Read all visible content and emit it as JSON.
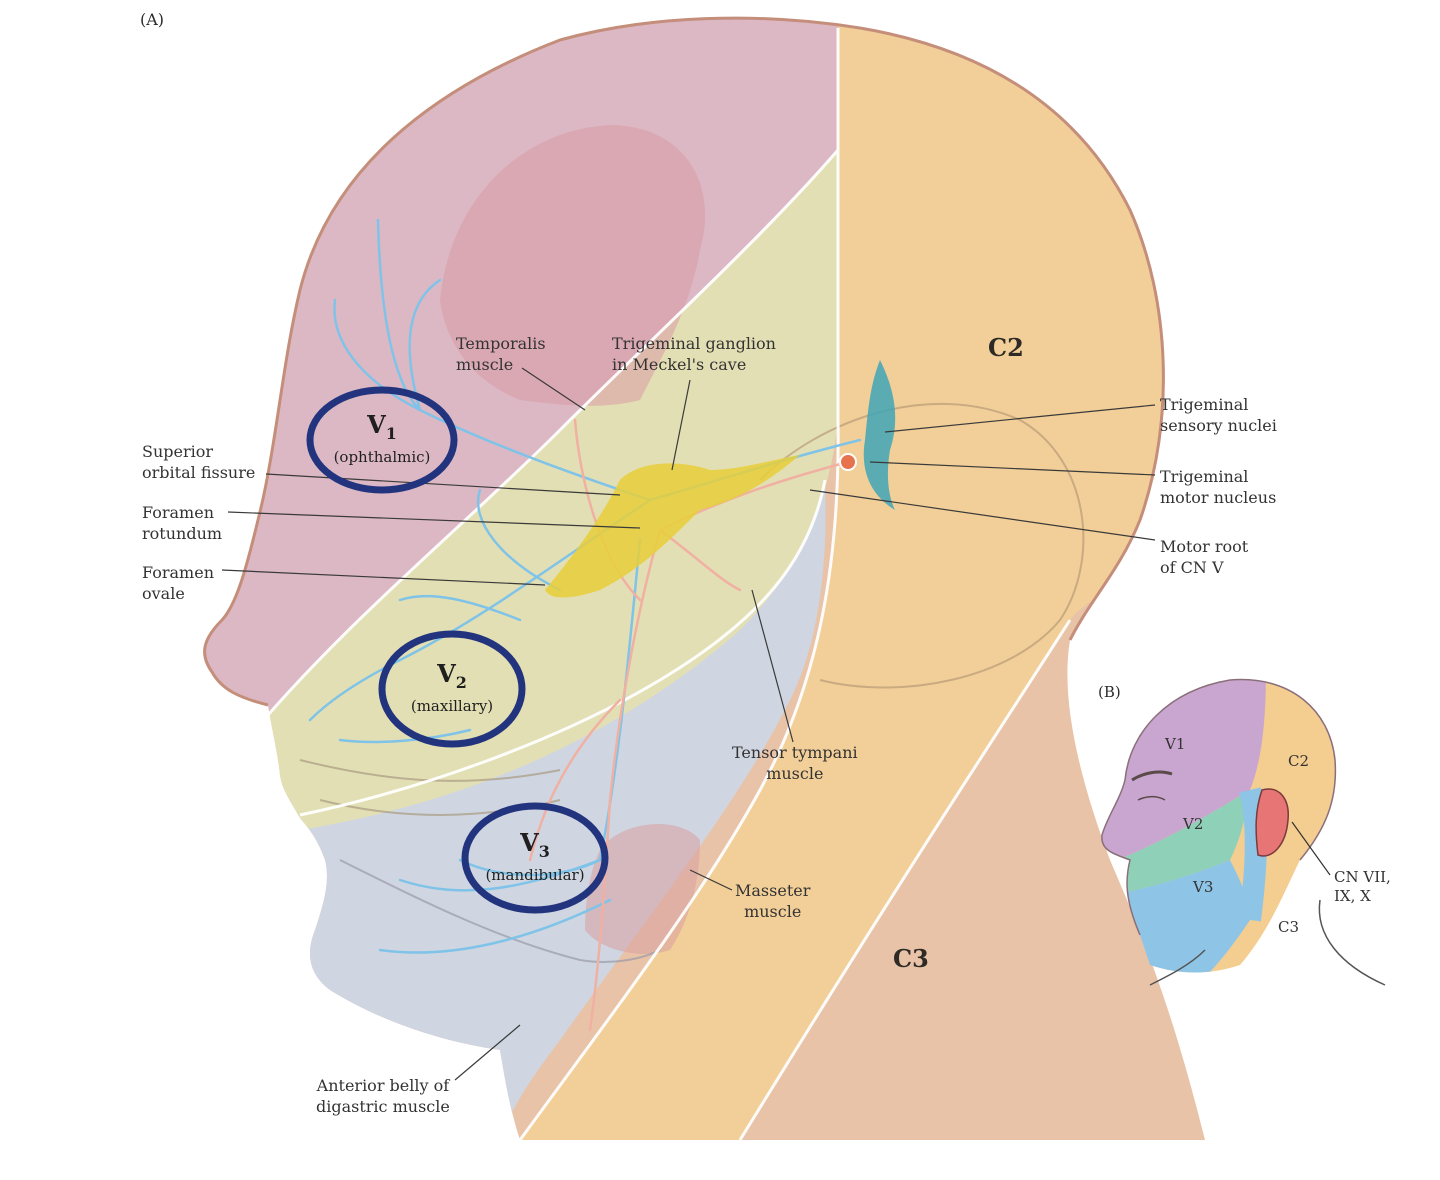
{
  "panel_a_label": "(A)",
  "panel_b_label": "(B)",
  "divisions": [
    {
      "letter": "V",
      "index": "1",
      "name": "(ophthalmic)"
    },
    {
      "letter": "V",
      "index": "2",
      "name": "(maxillary)"
    },
    {
      "letter": "V",
      "index": "3",
      "name": "(mandibular)"
    }
  ],
  "zones": {
    "c2": "C2",
    "c3": "C3"
  },
  "labels": {
    "temporalis": [
      "Temporalis",
      "muscle"
    ],
    "trigeminal_ganglion": [
      "Trigeminal ganglion",
      "in Meckel's cave"
    ],
    "sensory_nuclei": [
      "Trigeminal",
      "sensory nuclei"
    ],
    "motor_nucleus": [
      "Trigeminal",
      "motor nucleus"
    ],
    "motor_root": [
      "Motor root",
      "of CN V"
    ],
    "superior_orbital": [
      "Superior",
      "orbital fissure"
    ],
    "foramen_rotundum": [
      "Foramen",
      "rotundum"
    ],
    "foramen_ovale": [
      "Foramen",
      "ovale"
    ],
    "tensor_tympani": [
      "Tensor tympani",
      "muscle"
    ],
    "masseter": [
      "Masseter",
      "muscle"
    ],
    "digastric": [
      "Anterior belly of",
      "digastric muscle"
    ]
  },
  "panel_b": {
    "v1": "V1",
    "v2": "V2",
    "v3": "V3",
    "c2": "C2",
    "c3": "C3",
    "cn": [
      "CN VII,",
      "IX, X"
    ]
  },
  "colors": {
    "v1_zone": "#dcb8c4",
    "v2_zone": "#e3dfb4",
    "v3_zone": "#cfd6e2",
    "c2_zone": "#f2cf98",
    "c3_zone": "#e9c3a8",
    "nerve_sensory": "#7fc3e8",
    "nerve_motor": "#f0b0a2",
    "ganglion": "#e8cf3a",
    "circle": "#22347e",
    "b_v1": "#c9a6cf",
    "b_v2": "#8fd0b8",
    "b_v3": "#8ec5e6",
    "b_c2": "#f4cd90"
  }
}
